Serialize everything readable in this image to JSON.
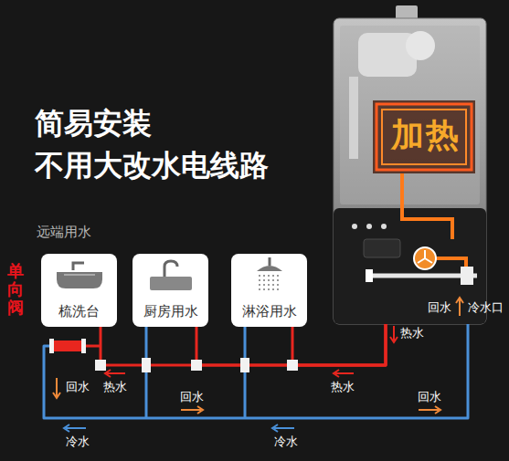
{
  "diagram": {
    "title": "简易安装 不用大改水电线路",
    "nodes": [
      {
        "text": [
          "加热"
        ]
      },
      {
        "text": [
          "梳洗台"
        ]
      },
      {
        "text": [
          "厨房用水"
        ]
      },
      {
        "text": [
          "淋浴用水"
        ]
      }
    ],
    "edges": [
      {
        "from": 0,
        "to": 3,
        "arrow": "none"
      },
      {
        "from": 0,
        "to": 2,
        "arrow": "none"
      },
      {
        "from": 0,
        "to": 1,
        "arrow": "none"
      }
    ],
    "labels": [
      "远端用水",
      "单向阀",
      "回水",
      "热水",
      "回水",
      "热水",
      "回水",
      "冷水",
      "冷水",
      "热水",
      "回水",
      "冷水口"
    ]
  }
}
